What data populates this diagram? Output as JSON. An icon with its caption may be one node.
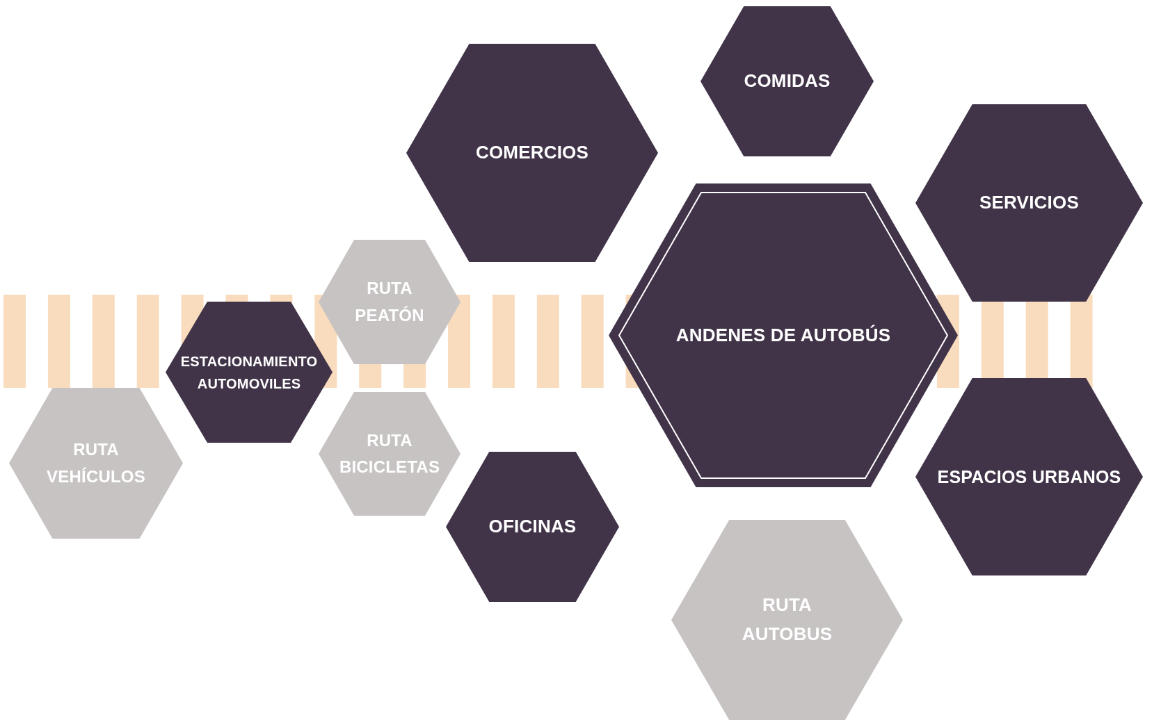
{
  "diagram": {
    "nodes": [
      {
        "text": [
          "COMERCIOS"
        ]
      },
      {
        "text": [
          "COMIDAS"
        ]
      },
      {
        "text": [
          "SERVICIOS"
        ]
      },
      {
        "text": [
          "RUTA PEATÓN"
        ]
      },
      {
        "text": [
          "ANDENES DE AUTOBÚS"
        ]
      },
      {
        "text": [
          "ESTACIONAMIENTO AUTOMOVILES"
        ]
      },
      {
        "text": [
          "RUTA VEHÍCULOS"
        ]
      },
      {
        "text": [
          "RUTA BICICLETAS"
        ]
      },
      {
        "text": [
          "ESPACIOS URBANOS"
        ]
      },
      {
        "text": [
          "OFICINAS"
        ]
      },
      {
        "text": [
          "RUTA AUTOBUS"
        ]
      }
    ]
  }
}
